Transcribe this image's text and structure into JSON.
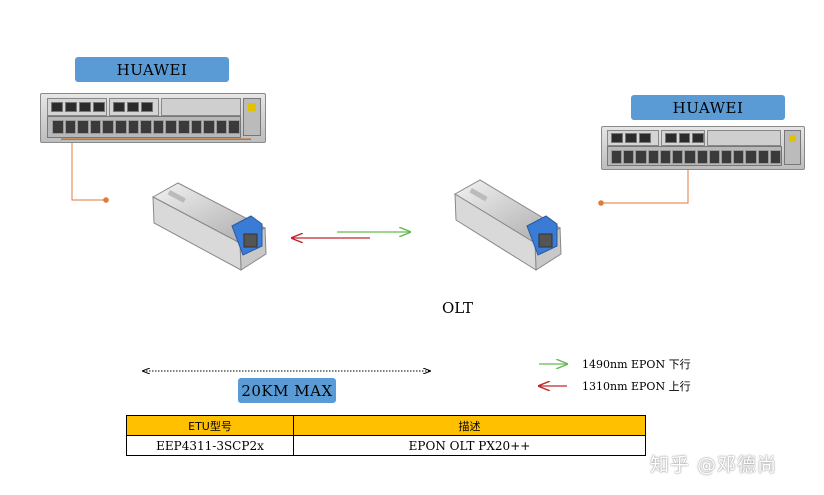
{
  "left_device": {
    "brand": "HUAWEI"
  },
  "right_device": {
    "brand": "HUAWEI"
  },
  "center_label": "OLT",
  "distance_label": "20KM MAX",
  "legend": [
    {
      "text": "1490nm EPON 下行",
      "color": "#66bb55"
    },
    {
      "text": "1310nm EPON 上行",
      "color": "#c0282d"
    }
  ],
  "table": {
    "headers": [
      "ETU型号",
      "描述"
    ],
    "rows": [
      [
        "EEP4311-3SCP2x",
        "EPON OLT PX20++"
      ]
    ]
  },
  "watermark": "知乎 @邓德尚",
  "colors": {
    "label_bg": "#5b9bd5",
    "table_header_bg": "#ffc000",
    "connector_line": "#e07b39",
    "downstream_arrow": "#66bb55",
    "upstream_arrow": "#c0282d"
  }
}
